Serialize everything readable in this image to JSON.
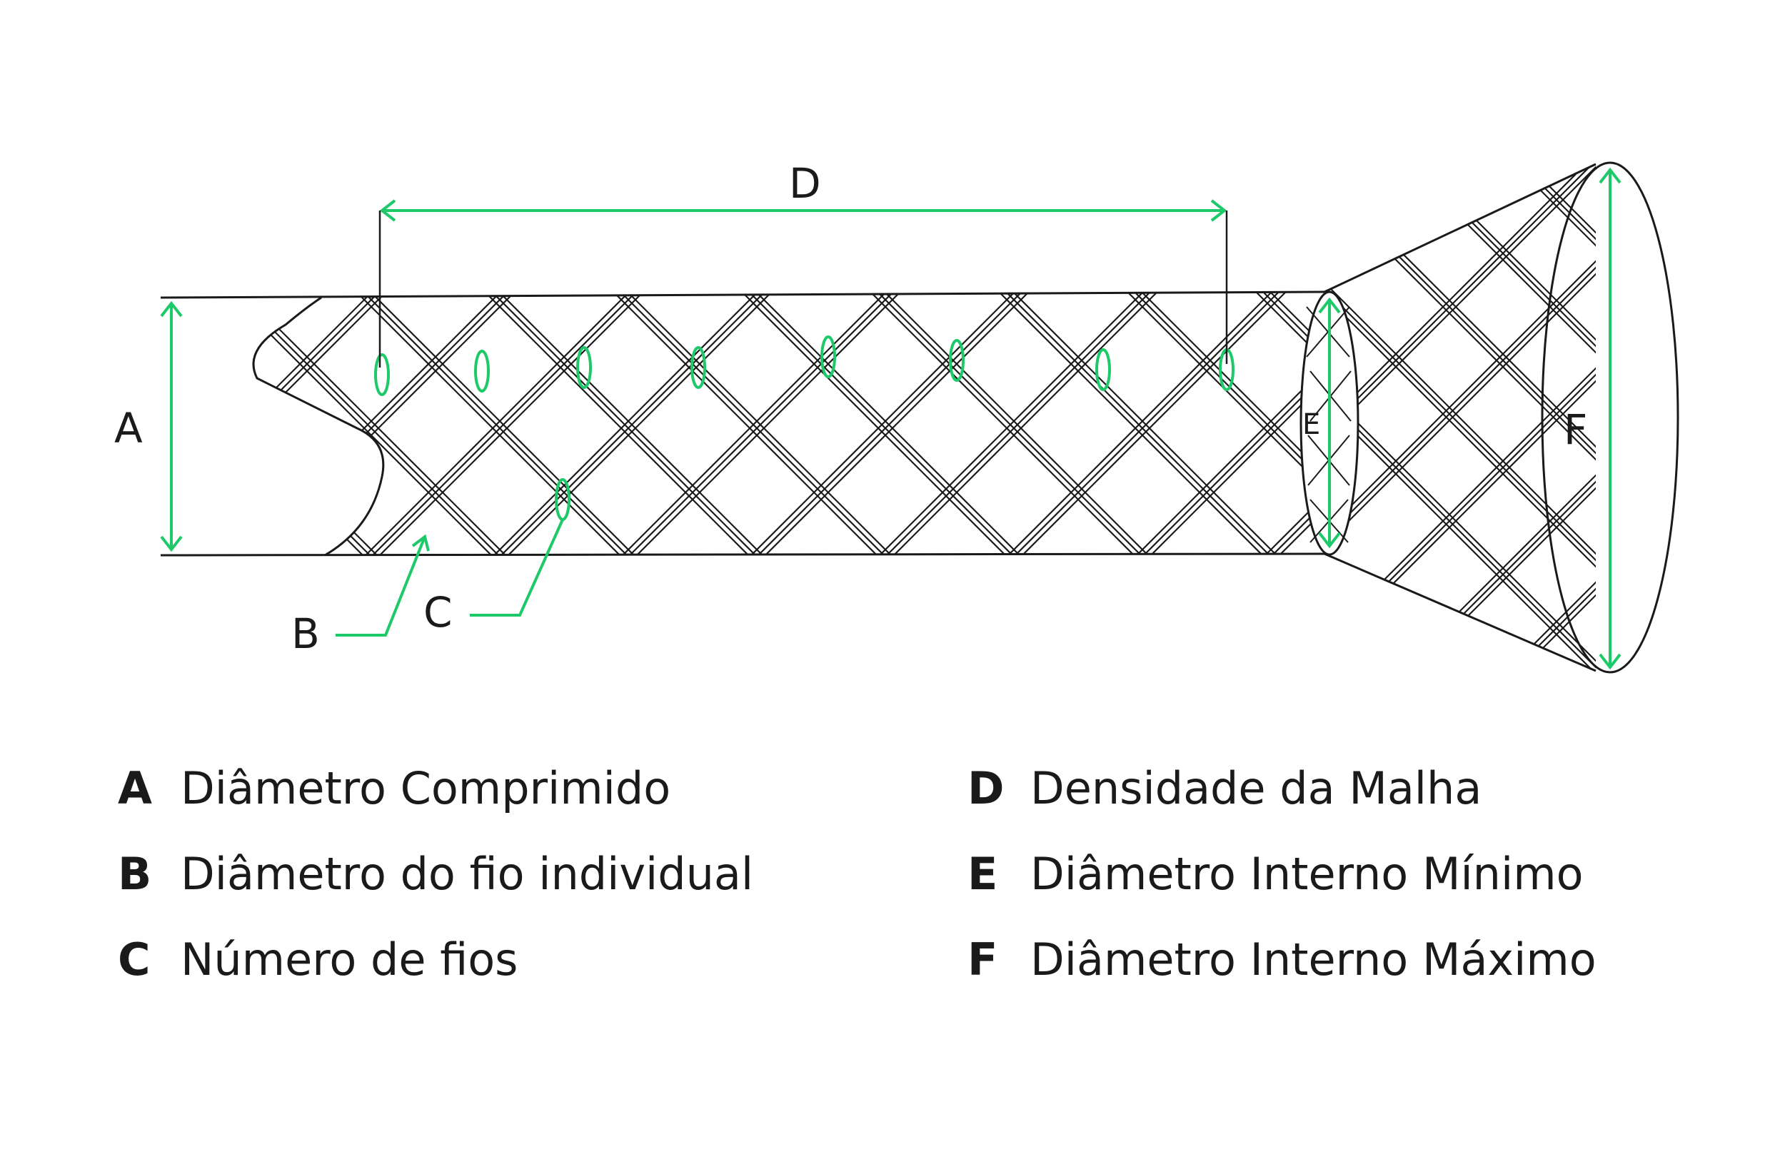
{
  "colors": {
    "accent": "#1ec96a",
    "ink": "#1a1a1a",
    "background": "#ffffff"
  },
  "diagram": {
    "labels": {
      "A": "A",
      "B": "B",
      "C": "C",
      "D": "D",
      "E": "E",
      "F": "F"
    }
  },
  "legend": [
    {
      "key": "A",
      "text": "Diâmetro Comprimido"
    },
    {
      "key": "B",
      "text": "Diâmetro do fio individual"
    },
    {
      "key": "C",
      "text": "Número de fios"
    },
    {
      "key": "D",
      "text": "Densidade da Malha"
    },
    {
      "key": "E",
      "text": "Diâmetro Interno Mínimo"
    },
    {
      "key": "F",
      "text": "Diâmetro Interno Máximo"
    }
  ]
}
